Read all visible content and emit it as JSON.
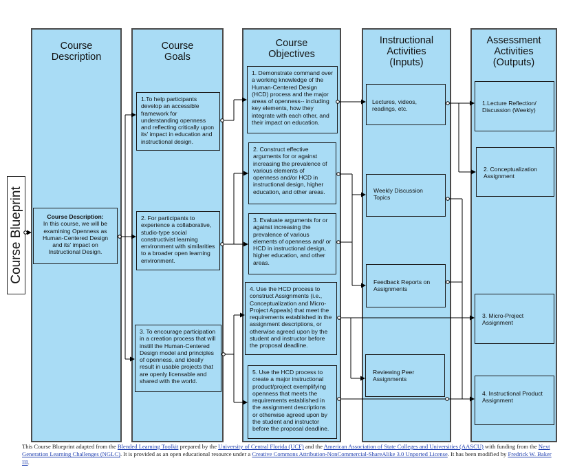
{
  "side_label": "Course Blueprint",
  "columns": [
    {
      "title": "Course\nDescription"
    },
    {
      "title": "Course\nGoals"
    },
    {
      "title": "Course\nObjectives"
    },
    {
      "title": "Instructional\nActivities\n(Inputs)"
    },
    {
      "title": "Assessment\nActivities\n(Outputs)"
    }
  ],
  "description": {
    "heading": "Course Description:",
    "text": "In this course, we will be examining Openness as Human-Centered Design and its' impact on Instructional Design."
  },
  "goals": [
    "1.To help participants develop an accessible framework for understanding openness and reflecting critically upon its' impact in education and instructional design.",
    "2. For participants to experience a collaborative, studio-type social constructivist learning environment with similarities to a broader open learning environment.",
    "3. To encourage participation in a creation process that will instill the Human-Centered Design model and principles of openness, and ideally result in usable projects that are openly licensable and shared with the world."
  ],
  "objectives": [
    "1. Demonstrate command over a working knowledge of the Human-Centered Design (HCD) process and the major areas of openness-- including key elements, how they integrate with each other, and their impact on education.",
    "2. Construct effective arguments for or against increasing the prevalence of various elements of openness and/or HCD in instructional design, higher education, and other areas.",
    "3. Evaluate arguments for or against increasing the prevalence of various elements of openness and/ or HCD in instructional design, higher education, and other areas.",
    "4. Use the HCD process to construct Assignments (i.e., Conceptualization and Micro-Project Appeals) that meet the requirements established in the assignment descriptions, or otherwise agreed upon by the student and instructor before the proposal deadline.",
    "5. Use the HCD process to create a major instructional product/project exemplifying openness that meets the requirements established in the assignment descriptions or otherwise agreed upon by the student and instructor before the proposal deadline."
  ],
  "activities": [
    "Lectures, videos, readings, etc.",
    "Weekly Discussion Topics",
    "Feedback Reports on Assignments",
    "Reviewing Peer Assignments"
  ],
  "assessments": [
    "1.Lecture Reflection/ Discussion (Weekly)",
    "2. Conceptualization Assignment",
    "3. Micro-Project Assignment",
    "4. Instructional Product Assignment"
  ],
  "footer": {
    "t1": "This Course Blueprint adapted from the ",
    "l1": "Blended Learning Toolkit",
    "t2": " prepared by the ",
    "l2": "University of Central Florida (UCF)",
    "t3": " and the ",
    "l3": "American Association of State Colleges and Universities (AASCU)",
    "t4": " with funding from the ",
    "l4": "Next Generation Learning Challenges (NGLC)",
    "t5": ". It is provided as an open educational resource under a ",
    "l5": "Creative Commons Attribution-NonCommercial-ShareAlike 3.0 Unported License",
    "t6": ". It has been modified by ",
    "l6": "Fredrick W. Baker III",
    "t7": "."
  },
  "colors": {
    "column_fill": "#a9dcf5",
    "border": "#1a1a1a",
    "link": "#1f3fb0"
  }
}
